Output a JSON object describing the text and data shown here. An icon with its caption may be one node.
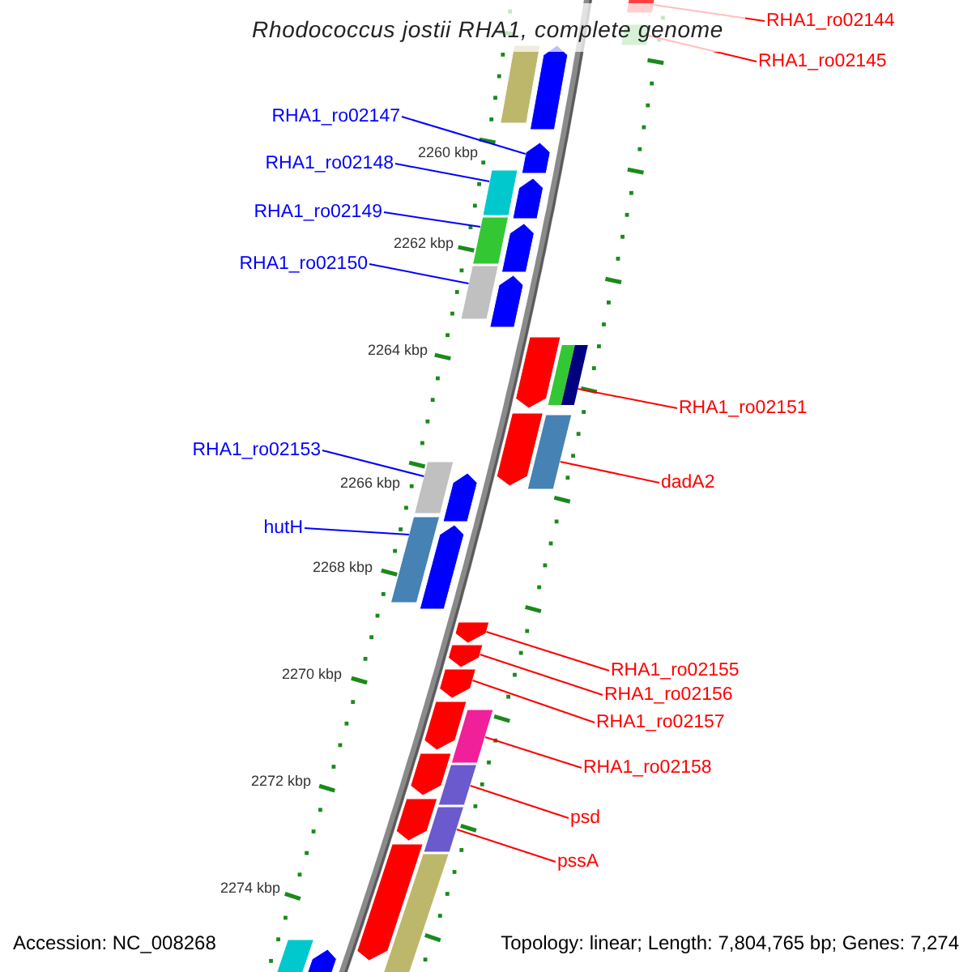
{
  "diagram": {
    "title": "Rhodococcus jostii RHA1, complete genome",
    "nodes": [
      {
        "text": [
          "RHA1_ro02144"
        ]
      },
      {
        "text": [
          "RHA1_ro02145"
        ]
      },
      {
        "text": [
          "RHA1_ro02147"
        ]
      },
      {
        "text": [
          "RHA1_ro02148"
        ]
      },
      {
        "text": [
          "RHA1_ro02149"
        ]
      },
      {
        "text": [
          "RHA1_ro02150"
        ]
      },
      {
        "text": [
          "RHA1_ro02151"
        ]
      },
      {
        "text": [
          "dadA2"
        ]
      },
      {
        "text": [
          "RHA1_ro02153"
        ]
      },
      {
        "text": [
          "hutH"
        ]
      },
      {
        "text": [
          "RHA1_ro02155"
        ]
      },
      {
        "text": [
          "RHA1_ro02156"
        ]
      },
      {
        "text": [
          "RHA1_ro02157"
        ]
      },
      {
        "text": [
          "RHA1_ro02158"
        ]
      },
      {
        "text": [
          "psd"
        ]
      },
      {
        "text": [
          "pssA"
        ]
      },
      {
        "text": [],
        "shape": "bar"
      },
      {
        "text": [],
        "shape": "bar"
      },
      {
        "text": [],
        "shape": "arrow"
      },
      {
        "text": [],
        "shape": "bar"
      },
      {
        "text": [],
        "shape": "bar"
      },
      {
        "text": [],
        "shape": "bar"
      },
      {
        "text": [],
        "shape": "bar"
      },
      {
        "text": [],
        "shape": "bar"
      },
      {
        "text": [],
        "shape": "bar"
      },
      {
        "text": [],
        "shape": "bar"
      },
      {
        "text": [],
        "shape": "arrow"
      },
      {
        "text": [],
        "shape": "arrow"
      },
      {
        "text": [],
        "shape": "arrow"
      },
      {
        "text": [],
        "shape": "bar"
      },
      {
        "text": [],
        "shape": "bar"
      },
      {
        "text": [],
        "shape": "bar"
      },
      {
        "text": [],
        "shape": "arrow"
      },
      {
        "text": [],
        "shape": "arrow"
      },
      {
        "text": [],
        "shape": "arrow"
      },
      {
        "text": [],
        "shape": "arrow"
      },
      {
        "text": [],
        "shape": "arrow"
      },
      {
        "text": [],
        "shape": "arrow"
      },
      {
        "text": [],
        "shape": "arrow"
      },
      {
        "text": [],
        "shape": "bar"
      },
      {
        "text": [],
        "shape": "bar"
      },
      {
        "text": [],
        "shape": "arrow"
      },
      {
        "text": [],
        "shape": "arrow"
      },
      {
        "text": [],
        "shape": "arrow"
      },
      {
        "text": [],
        "shape": "arrow"
      },
      {
        "text": [],
        "shape": "arrow"
      },
      {
        "text": [],
        "shape": "arrow"
      },
      {
        "text": [],
        "shape": "bar"
      }
    ],
    "edges": [
      {
        "from": 0,
        "to": 16,
        "arrow": "none"
      },
      {
        "from": 1,
        "to": 17,
        "arrow": "none"
      },
      {
        "from": 2,
        "to": 18,
        "arrow": "none",
        "color": "#0000ff"
      },
      {
        "from": 3,
        "to": 19,
        "arrow": "none",
        "color": "#0000ff"
      },
      {
        "from": 4,
        "to": 20,
        "arrow": "none",
        "color": "#0000ff"
      },
      {
        "from": 5,
        "to": 21,
        "arrow": "none",
        "color": "#0000ff"
      },
      {
        "from": 6,
        "to": 22,
        "arrow": "none"
      },
      {
        "from": 7,
        "to": 23,
        "arrow": "none"
      },
      {
        "from": 8,
        "to": 24,
        "arrow": "none",
        "color": "#0000ff"
      },
      {
        "from": 9,
        "to": 25,
        "arrow": "none",
        "color": "#0000ff"
      },
      {
        "from": 10,
        "to": 26,
        "arrow": "none"
      },
      {
        "from": 11,
        "to": 27,
        "arrow": "none"
      },
      {
        "from": 12,
        "to": 28,
        "arrow": "none"
      },
      {
        "from": 13,
        "to": 29,
        "arrow": "none"
      },
      {
        "from": 14,
        "to": 30,
        "arrow": "none"
      },
      {
        "from": 15,
        "to": 31,
        "arrow": "none"
      }
    ],
    "labels": [
      "2260 kbp",
      "2262 kbp",
      "2264 kbp",
      "2266 kbp",
      "2268 kbp",
      "2270 kbp",
      "2272 kbp",
      "2274 kbp",
      "Accession: NC_008268",
      "Topology: linear; Length: 7,804,765 bp; Genes: 7,274"
    ]
  }
}
